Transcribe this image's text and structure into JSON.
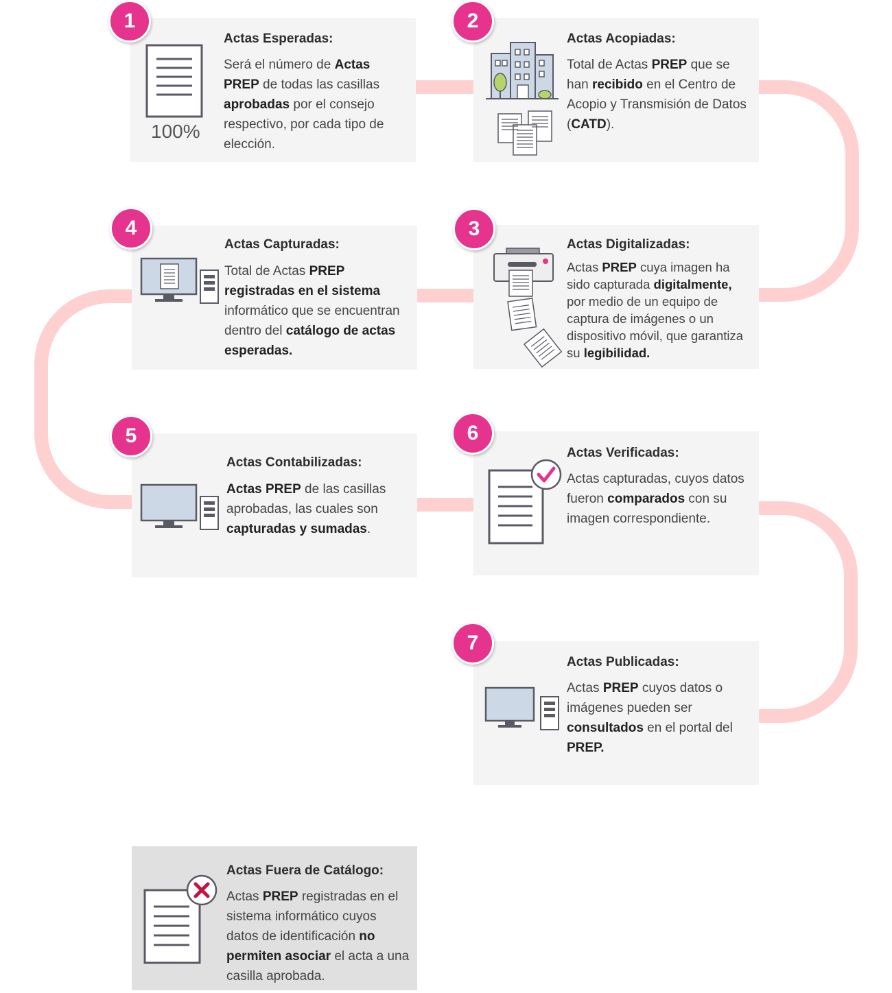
{
  "colors": {
    "accent": "#e6338d",
    "connector": "#ffd0d0",
    "card": "#f4f4f4",
    "card_out_of_catalog": "#e0e0e0",
    "screen": "#cdd8e6",
    "icon_stroke": "#5a5a64",
    "check": "#e6338d",
    "cross": "#c8103e"
  },
  "steps": [
    {
      "number": "1",
      "title": "Actas Esperadas:",
      "icon": "document-icon",
      "icon_caption": "100%",
      "text": [
        {
          "t": "Será el número de "
        },
        {
          "t": "Actas PREP",
          "b": true
        },
        {
          "t": " de todas las casillas "
        },
        {
          "t": "aprobadas",
          "b": true
        },
        {
          "t": " por el consejo respectivo, por cada tipo de elección."
        }
      ]
    },
    {
      "number": "2",
      "title": "Actas Acopiadas:",
      "icon": "building-with-documents-icon",
      "text": [
        {
          "t": "Total de Actas "
        },
        {
          "t": "PREP",
          "b": true
        },
        {
          "t": " que se han "
        },
        {
          "t": "recibido",
          "b": true
        },
        {
          "t": " en el Centro de Acopio y Transmisión de Datos ("
        },
        {
          "t": "CATD",
          "b": true
        },
        {
          "t": ")."
        }
      ]
    },
    {
      "number": "3",
      "title": "Actas Digitalizadas:",
      "icon": "scanner-icon",
      "text": [
        {
          "t": "Actas "
        },
        {
          "t": "PREP",
          "b": true
        },
        {
          "t": " cuya imagen ha sido capturada "
        },
        {
          "t": "digitalmente,",
          "b": true
        },
        {
          "t": " por medio de un equipo de captura de imágenes o un dispositivo móvil, que garantiza su "
        },
        {
          "t": "legibilidad.",
          "b": true
        }
      ]
    },
    {
      "number": "4",
      "title": "Actas Capturadas:",
      "icon": "computer-with-document-icon",
      "text": [
        {
          "t": "Total de Actas "
        },
        {
          "t": "PREP",
          "b": true
        },
        {
          "t": " "
        },
        {
          "t": "registradas en el sistema",
          "b": true
        },
        {
          "t": " informático que se encuentran dentro del "
        },
        {
          "t": "catálogo de actas esperadas.",
          "b": true
        }
      ]
    },
    {
      "number": "5",
      "title": "Actas Contabilizadas:",
      "icon": "computer-icon",
      "text": [
        {
          "t": "Actas PREP",
          "b": true
        },
        {
          "t": " de las casillas aprobadas, las cuales son "
        },
        {
          "t": "capturadas y sumadas",
          "b": true
        },
        {
          "t": "."
        }
      ]
    },
    {
      "number": "6",
      "title": "Actas Verificadas:",
      "icon": "document-check-icon",
      "text": [
        {
          "t": "Actas capturadas, cuyos datos fueron "
        },
        {
          "t": "comparados",
          "b": true
        },
        {
          "t": " con su imagen correspondiente."
        }
      ]
    },
    {
      "number": "7",
      "title": "Actas Publicadas:",
      "icon": "computer-icon",
      "text": [
        {
          "t": "Actas "
        },
        {
          "t": "PREP",
          "b": true
        },
        {
          "t": " cuyos datos o imágenes pueden ser "
        },
        {
          "t": "consultados",
          "b": true
        },
        {
          "t": " en el portal del "
        },
        {
          "t": "PREP.",
          "b": true
        }
      ]
    }
  ],
  "out_of_catalog": {
    "title": "Actas Fuera de Catálogo:",
    "icon": "document-cross-icon",
    "text": [
      {
        "t": "Actas "
      },
      {
        "t": "PREP",
        "b": true
      },
      {
        "t": " registradas en el sistema informático cuyos datos de identificación "
      },
      {
        "t": "no permiten asociar",
        "b": true
      },
      {
        "t": " el acta a una casilla aprobada."
      }
    ]
  }
}
